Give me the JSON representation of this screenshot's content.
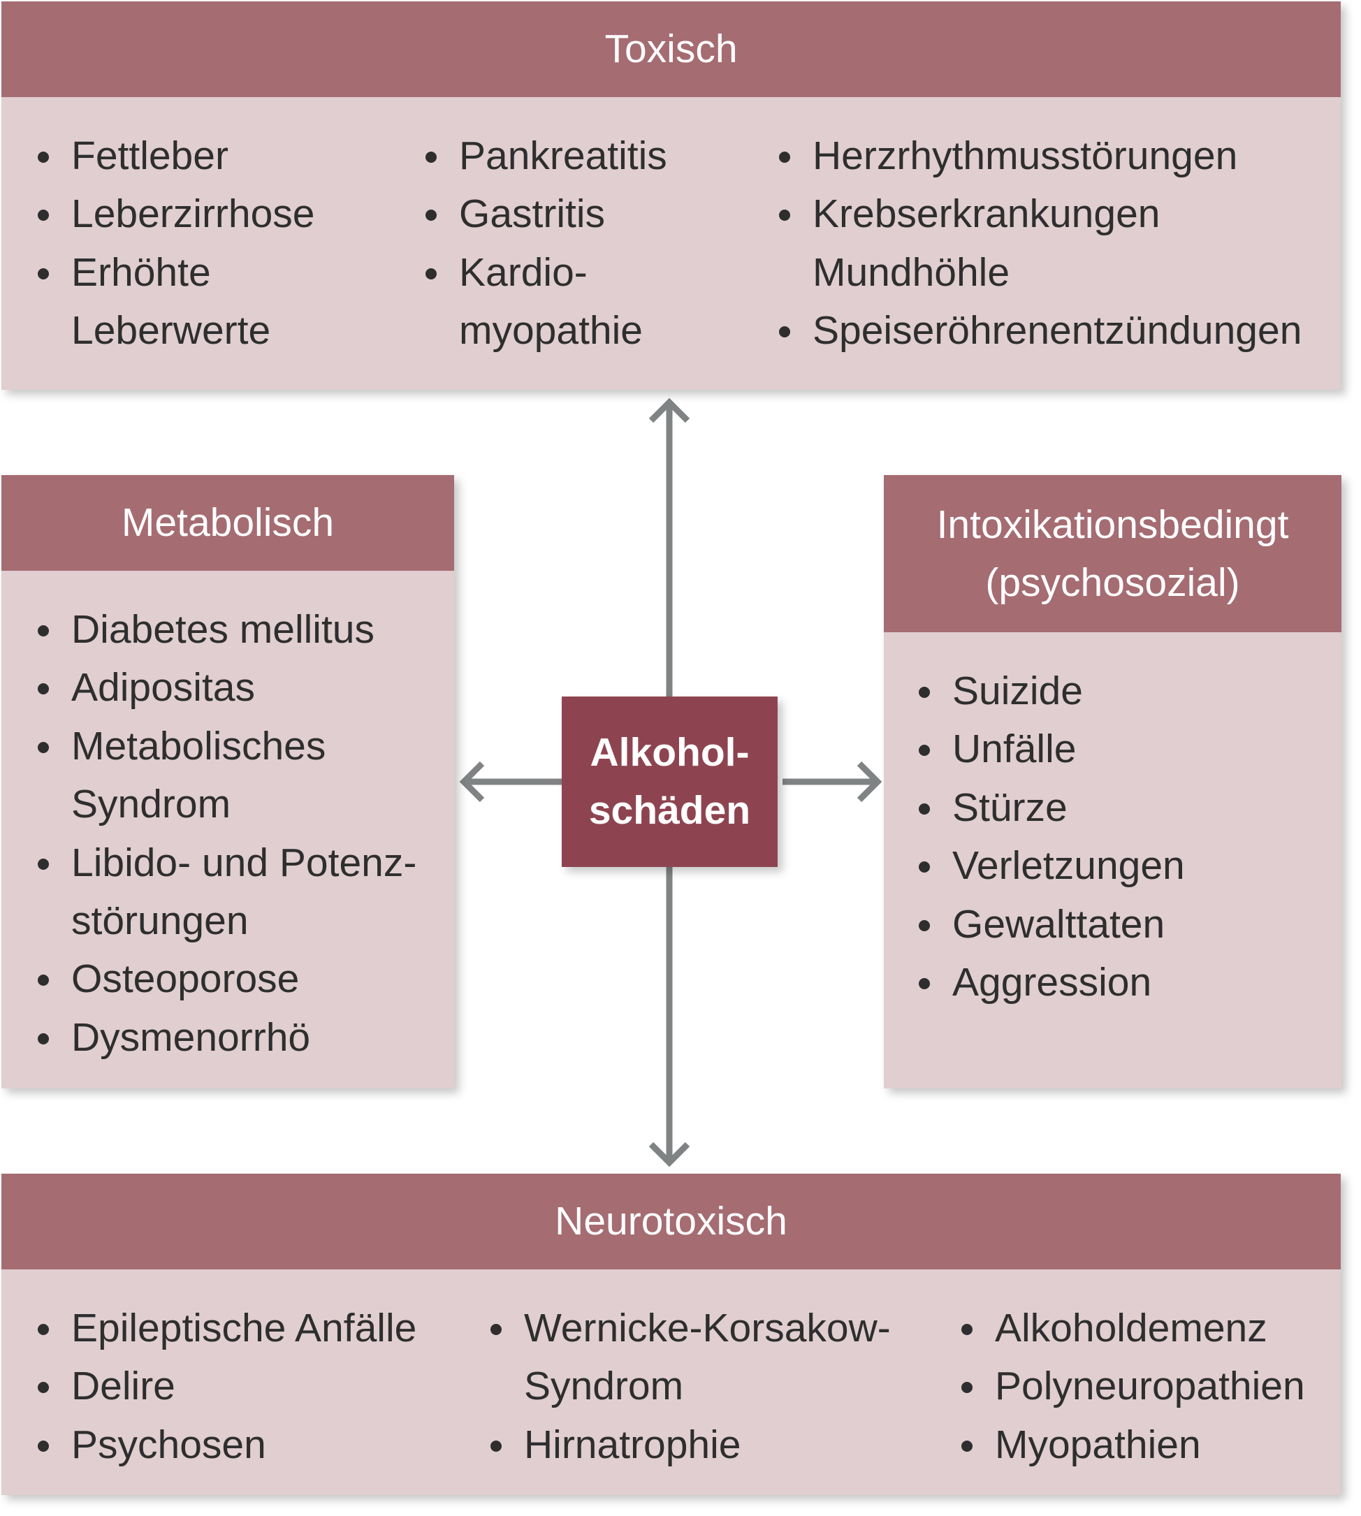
{
  "center": {
    "line1": "Alkohol-",
    "line2": "schäden"
  },
  "colors": {
    "header": "#a56c72",
    "body": "#e0ced0",
    "center": "#8e4450",
    "arrow": "#808384",
    "text": "#2e2e2e"
  },
  "toxisch": {
    "title": "Toxisch",
    "col1": [
      [
        "Fettleber"
      ],
      [
        "Leberzirrhose"
      ],
      [
        "Erhöhte",
        "Leberwerte"
      ]
    ],
    "col2": [
      [
        "Pankreatitis"
      ],
      [
        "Gastritis"
      ],
      [
        "Kardio-",
        "myopathie"
      ]
    ],
    "col3": [
      [
        "Herzrhythmusstörungen"
      ],
      [
        "Krebserkrankungen",
        "Mundhöhle"
      ],
      [
        "Speiseröhrenentzündungen"
      ]
    ]
  },
  "metabolisch": {
    "title": "Metabolisch",
    "items": [
      [
        "Diabetes mellitus"
      ],
      [
        "Adipositas"
      ],
      [
        "Metabolisches",
        "Syndrom"
      ],
      [
        "Libido- und Potenz-",
        "störungen"
      ],
      [
        "Osteoporose"
      ],
      [
        "Dysmenorrhö"
      ]
    ]
  },
  "intoxikation": {
    "title_line1": "Intoxikationsbedingt",
    "title_line2": "(psychosozial)",
    "items": [
      [
        "Suizide"
      ],
      [
        "Unfälle"
      ],
      [
        "Stürze"
      ],
      [
        "Verletzungen"
      ],
      [
        "Gewalttaten"
      ],
      [
        "Aggression"
      ]
    ]
  },
  "neurotoxisch": {
    "title": "Neurotoxisch",
    "col1": [
      [
        "Epileptische Anfälle"
      ],
      [
        "Delire"
      ],
      [
        "Psychosen"
      ]
    ],
    "col2": [
      [
        "Wernicke-Korsakow-",
        "Syndrom"
      ],
      [
        "Hirnatrophie"
      ]
    ],
    "col3": [
      [
        "Alkoholdemenz"
      ],
      [
        "Polyneuropathien"
      ],
      [
        "Myopathien"
      ]
    ]
  }
}
